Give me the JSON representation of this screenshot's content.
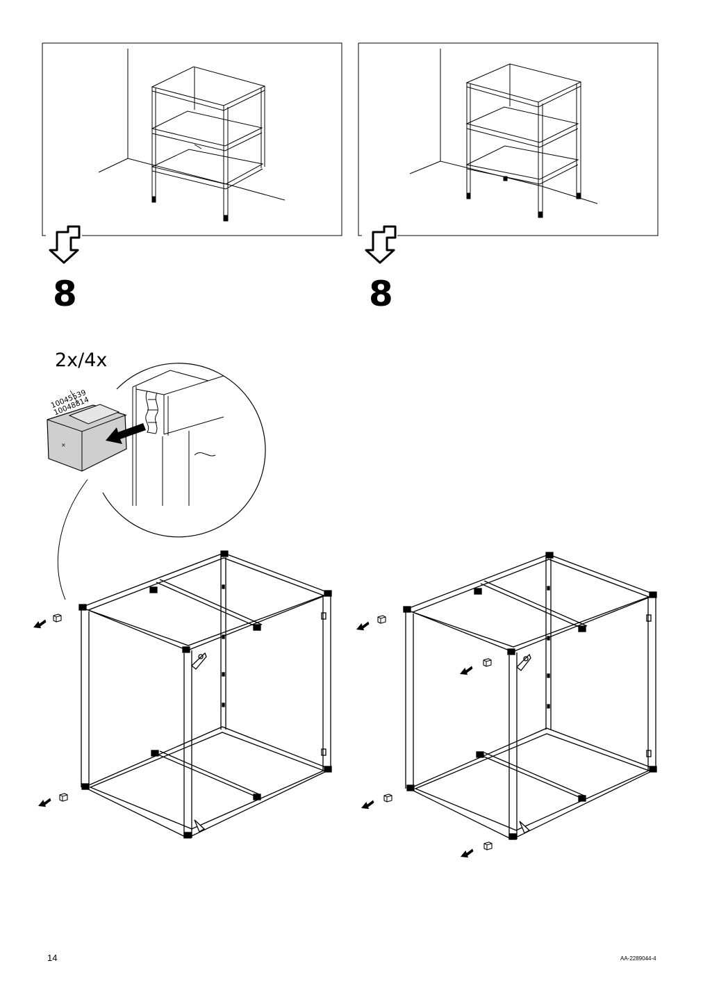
{
  "steps": [
    {
      "number": "8"
    },
    {
      "number": "8"
    }
  ],
  "detail": {
    "quantity": "2x/4x",
    "part_numbers": [
      "10045539",
      "10048814"
    ]
  },
  "footer": {
    "page_number": "14",
    "doc_code": "AA-2289044-4"
  },
  "icons": [
    "down-arrow-icon",
    "push-arrow-icon",
    "plastic-foot-cap-icon",
    "shelf-unit-drawing",
    "frame-drawing"
  ]
}
